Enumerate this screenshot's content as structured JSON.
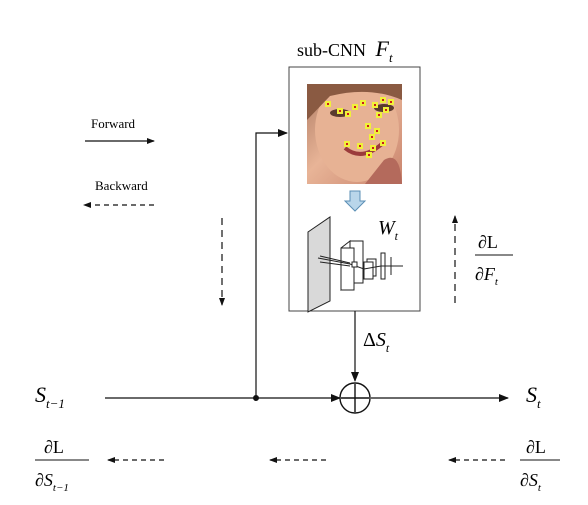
{
  "title": {
    "text": "sub-CNN",
    "symbol": "F",
    "symbol_sub": "t"
  },
  "legend": {
    "forward_label": "Forward",
    "backward_label": "Backward"
  },
  "weights": {
    "symbol": "W",
    "sub": "t"
  },
  "delta": {
    "prefix": "Δ",
    "symbol": "S",
    "sub": "t"
  },
  "input_state": {
    "symbol": "S",
    "sub": "t−1"
  },
  "output_state": {
    "symbol": "S",
    "sub": "t"
  },
  "grad_F": {
    "num": "∂L",
    "den_prefix": "∂",
    "den_symbol": "F",
    "den_sub": "t"
  },
  "grad_S_prev": {
    "num": "∂L",
    "den_prefix": "∂",
    "den_symbol": "S",
    "den_sub": "t−1"
  },
  "grad_S": {
    "num": "∂L",
    "den_prefix": "∂",
    "den_symbol": "S",
    "den_sub": "t"
  },
  "colors": {
    "line": "#111111",
    "face_skin": "#e0a98c",
    "face_bg": "#c89d84",
    "landmark_outer": "#f1f13a",
    "landmark_inner": "#cc1a1a",
    "down_arrow_fill": "#b9d6ea",
    "down_arrow_stroke": "#5b8fb5",
    "layer_fill": "#d9d9d9"
  }
}
